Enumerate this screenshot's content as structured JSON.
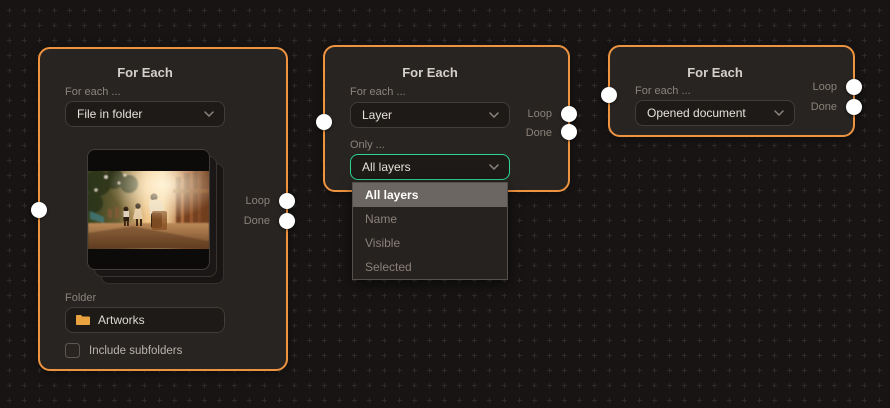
{
  "colors": {
    "canvas_bg": "#171413",
    "grid_cross": "#2d2b28",
    "node_bg": "#282422",
    "node_border": "#ee9440",
    "focus_border": "#2bd58f",
    "port": "#ffffff",
    "folder_icon": "#e9a43f",
    "menu_highlight": "#6b6661"
  },
  "nodes": [
    {
      "title": "For Each",
      "for_each_label": "For each ...",
      "type_value": "File in folder",
      "outputs": [
        {
          "label": "Loop"
        },
        {
          "label": "Done"
        }
      ],
      "preview": "photo-thumbnail-stack",
      "folder_label": "Folder",
      "folder_value": "Artworks",
      "subfolders_label": "Include subfolders",
      "subfolders_checked": false
    },
    {
      "title": "For Each",
      "for_each_label": "For each ...",
      "type_value": "Layer",
      "only_label": "Only ...",
      "only_value": "All layers",
      "outputs": [
        {
          "label": "Loop"
        },
        {
          "label": "Done"
        }
      ],
      "dropdown_menu": {
        "open": true,
        "options": [
          {
            "label": "All layers",
            "selected": true
          },
          {
            "label": "Name",
            "selected": false
          },
          {
            "label": "Visible",
            "selected": false
          },
          {
            "label": "Selected",
            "selected": false
          }
        ]
      }
    },
    {
      "title": "For Each",
      "for_each_label": "For each ...",
      "type_value": "Opened document",
      "outputs": [
        {
          "label": "Loop"
        },
        {
          "label": "Done"
        }
      ]
    }
  ]
}
